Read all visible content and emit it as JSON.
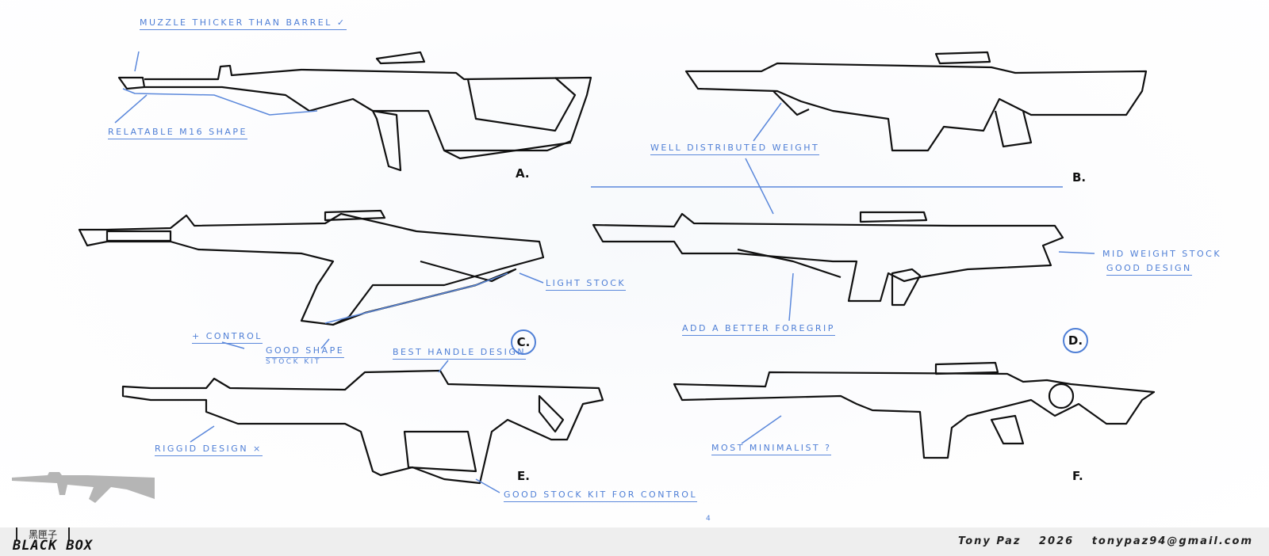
{
  "sheet": {
    "page_number": "4",
    "designs": [
      {
        "letter": "A.",
        "notes": [
          "Muzzle thicker than barrel ✓",
          "Relatable M16 shape"
        ]
      },
      {
        "letter": "B.",
        "notes": [
          "Well distributed weight"
        ]
      },
      {
        "letter": "C.",
        "notes": [
          "Light stock",
          "+ Control",
          "Good shape",
          "Stock kit"
        ]
      },
      {
        "letter": "D.",
        "notes": [
          "Add a better foregrip",
          "Mid weight stock",
          "Good design"
        ]
      },
      {
        "letter": "E.",
        "notes": [
          "Best handle design",
          "Riggid design ×",
          "Good stock kit for control"
        ]
      },
      {
        "letter": "F.",
        "notes": [
          "Most minimalist ?"
        ]
      }
    ]
  },
  "footer": {
    "logo_cn": "黑匣子",
    "logo_en": "BLACK BOX",
    "author": "Tony Paz",
    "year": "2026",
    "email": "tonypaz94@gmail.com"
  },
  "colors": {
    "annotation": "#4f7fd6",
    "ink": "#111111",
    "footer_bg": "#eeeeee"
  }
}
